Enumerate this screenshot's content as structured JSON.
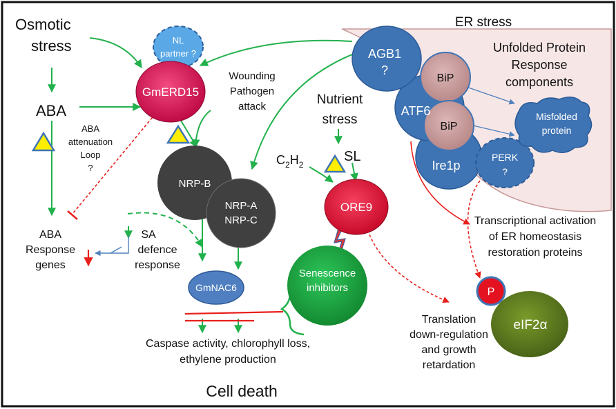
{
  "labels": {
    "osmotic_1": "Osmotic",
    "osmotic_2": "stress",
    "aba": "ABA",
    "aba_loop_1": "ABA",
    "aba_loop_2": "attenuation",
    "aba_loop_3": "Loop",
    "aba_loop_4": "?",
    "aba_resp_1": "ABA",
    "aba_resp_2": "Response",
    "aba_resp_3": "genes",
    "sa_1": "SA",
    "sa_2": "defence",
    "sa_3": "response",
    "nl_1": "NL",
    "nl_2": "partner ?",
    "gmerd15": "GmERD15",
    "wound_1": "Wounding",
    "wound_2": "Pathogen",
    "wound_3": "attack",
    "nrpb": "NRP-B",
    "nrpa": "NRP-A",
    "nrpc": "NRP-C",
    "gmnac6": "GmNAC6",
    "caspase_1": "Caspase activity, chlorophyll loss,",
    "caspase_2": "ethylene production",
    "cell_death": "Cell death",
    "nutrient_1": "Nutrient",
    "nutrient_2": "stress",
    "c2h2_main": "C",
    "c2h2_sub1": "2",
    "c2h2_mid": "H",
    "c2h2_sub2": "2",
    "sl": "SL",
    "ore9": "ORE9",
    "sen_1": "Senescence",
    "sen_2": "inhibitors",
    "er_stress": "ER stress",
    "agb1_1": "AGB1",
    "agb1_2": "?",
    "upr_1": "Unfolded Protein",
    "upr_2": "Response",
    "upr_3": "components",
    "bip": "BiP",
    "atf6": "ATF6",
    "misfolded_1": "Misfolded",
    "misfolded_2": "protein",
    "ire1p": "Ire1p",
    "perk_1": "PERK",
    "perk_2": "?",
    "transcr_1": "Transcriptional activation",
    "transcr_2": "of ER homeostasis",
    "transcr_3": "restoration proteins",
    "p": "P",
    "eif2a": "eIF2α",
    "transl_1": "Translation",
    "transl_2": "down-regulation",
    "transl_3": "and growth",
    "transl_4": "retardation"
  },
  "colors": {
    "green_arrow": "#22b14c",
    "red_arrow": "#e8201c",
    "blue_arrow": "#4f81bd",
    "gmerd15_fill": "#e0135a",
    "ore9_fill": "#e41238",
    "dark_node": "#404040",
    "gmnac6_fill": "#4f7fc0",
    "senescence_fill": "#19a53e",
    "er_blue": "#3f74b4",
    "bip_fill": "#c9a0a0",
    "nl_fill": "#5aa9e6",
    "er_bg": "#f7e6e6",
    "eif2a_fill": "#5e7a1e",
    "triangle_fill": "#ffee00"
  }
}
